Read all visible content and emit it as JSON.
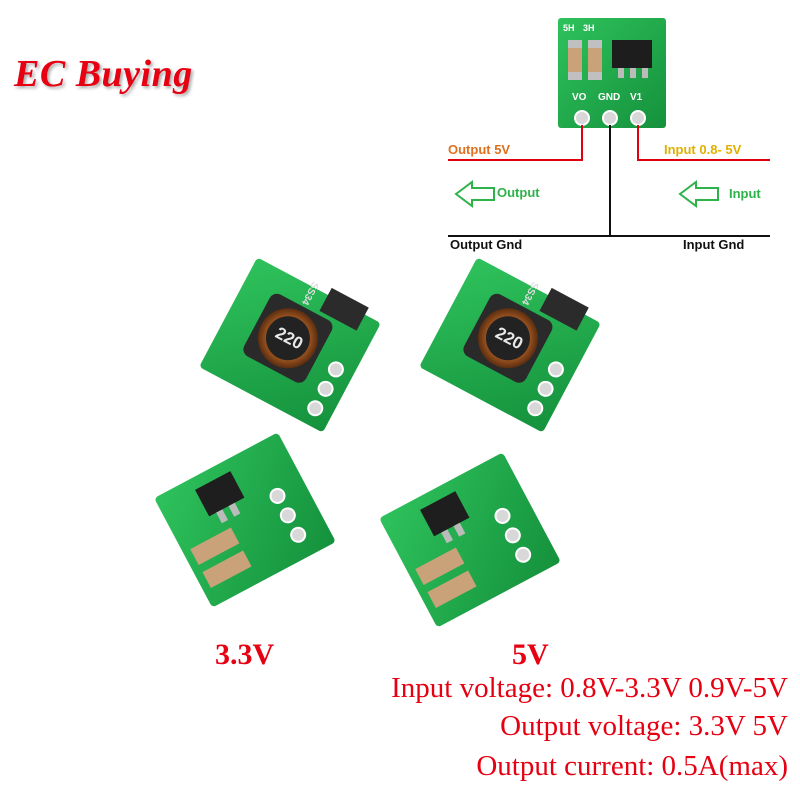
{
  "brand": {
    "name": "EC Buying",
    "color": "#e60012"
  },
  "wiring": {
    "pin_labels": [
      "5H",
      "3H",
      "VO",
      "GND",
      "V1"
    ],
    "output_voltage": "Output 5V",
    "input_voltage": "Input 0.8- 5V",
    "output_arrow": "Output",
    "input_arrow": "Input",
    "output_gnd": "Output Gnd",
    "input_gnd": "Input Gnd",
    "colors": {
      "output": "#e07020",
      "input": "#e0b000",
      "wire_red": "#e00010",
      "pcb": "#1fa84a"
    }
  },
  "boards": {
    "inductor_marking": "220",
    "diode_marking": "SS34",
    "silk_labels": [
      "5H",
      "3H",
      "VO",
      "GND",
      "V1"
    ]
  },
  "variants": [
    "3.3V",
    "5V"
  ],
  "specs": [
    "Input voltage: 0.8V-3.3V 0.9V-5V",
    "Output voltage: 3.3V 5V",
    "Output current: 0.5A(max)"
  ]
}
